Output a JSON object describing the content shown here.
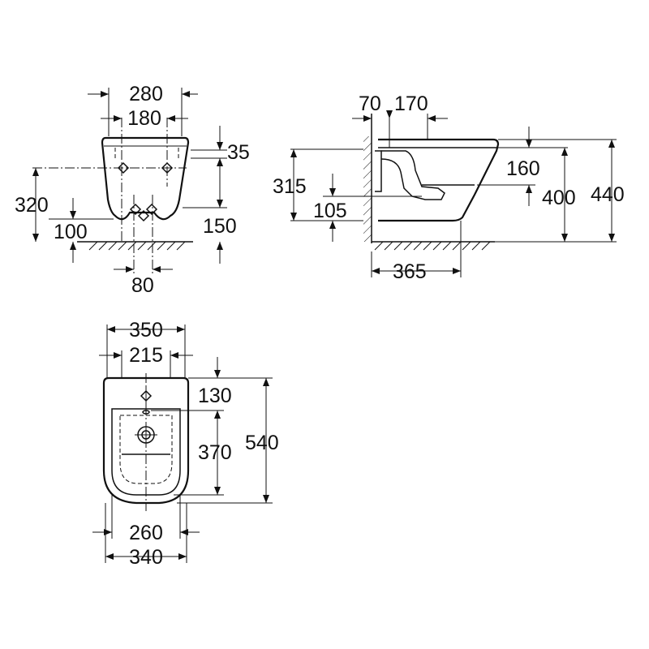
{
  "rear_view": {
    "dims": {
      "overall_width": "280",
      "fixing_spacing": "180",
      "top_to_fixings": "35",
      "fixing_height": "320",
      "waste_height": "100",
      "lower_offset": "150",
      "waste_spacing": "80"
    }
  },
  "side_view": {
    "dims": {
      "wall_gap": "70",
      "supply_offset": "170",
      "height_315": "315",
      "waste_105": "105",
      "rim_drop": "160",
      "height_400": "400",
      "overall_height": "440",
      "projection_365": "365"
    }
  },
  "top_view": {
    "dims": {
      "overall_width": "350",
      "bowl_width_top": "215",
      "tap_offset": "130",
      "bowl_length": "370",
      "overall_length": "540",
      "bowl_width_bottom": "260",
      "base_width": "340"
    }
  }
}
